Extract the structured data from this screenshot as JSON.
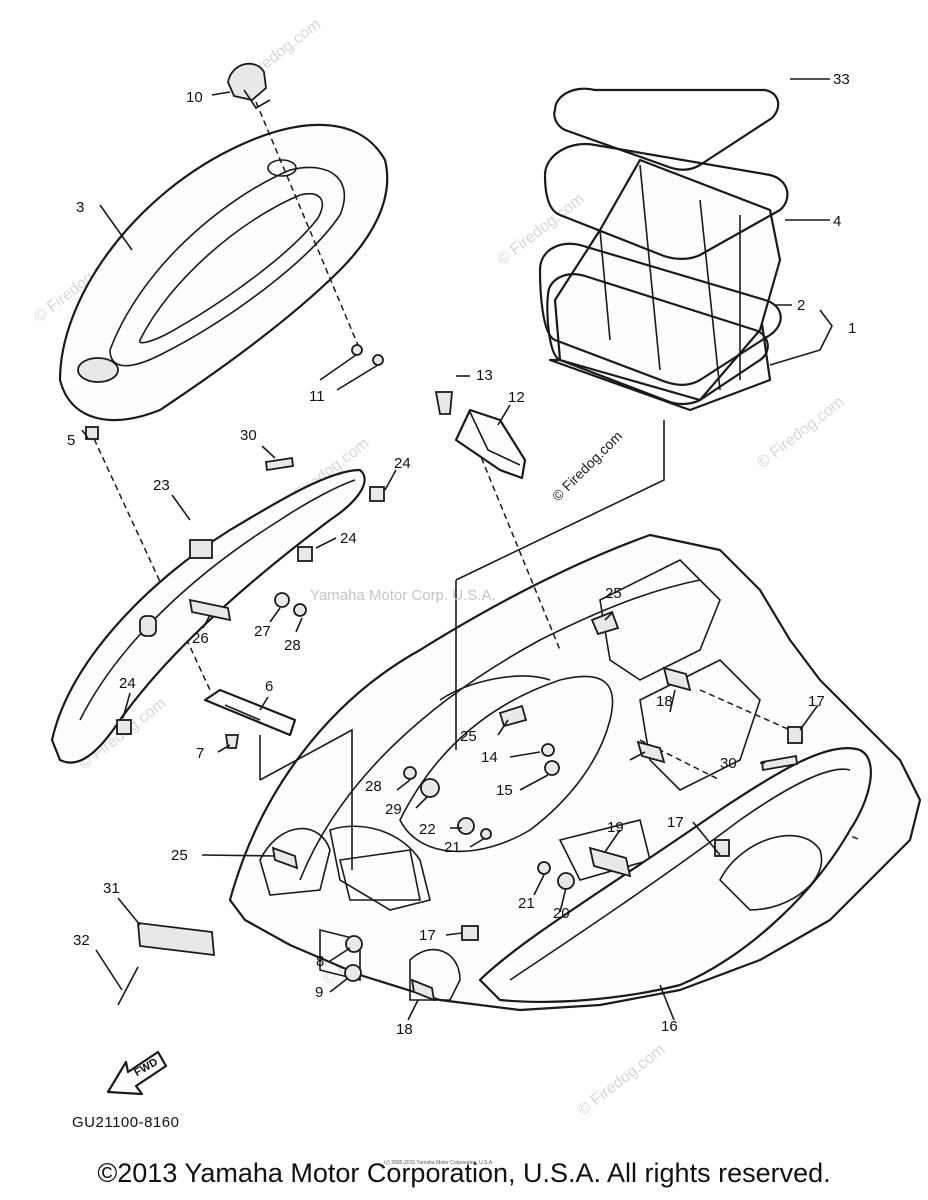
{
  "watermarks": {
    "site": "© Firedog.com",
    "overlay": "Yamaha Motor Corp. U.S.A."
  },
  "part_labels": [
    "1",
    "2",
    "3",
    "4",
    "5",
    "6",
    "7",
    "8",
    "9",
    "10",
    "11",
    "12",
    "13",
    "14",
    "15",
    "16",
    "17",
    "18",
    "19",
    "20",
    "21",
    "22",
    "23",
    "24",
    "25",
    "26",
    "27",
    "28",
    "29",
    "30",
    "31",
    "32",
    "33"
  ],
  "fwd_label": "FWD",
  "doc_code": "GU21100-8160",
  "tiny_note": "(c) 2005-2015 Yamaha Motor Corporation, U.S.A.",
  "copyright": "©2013 Yamaha Motor Corporation, U.S.A. All rights reserved."
}
